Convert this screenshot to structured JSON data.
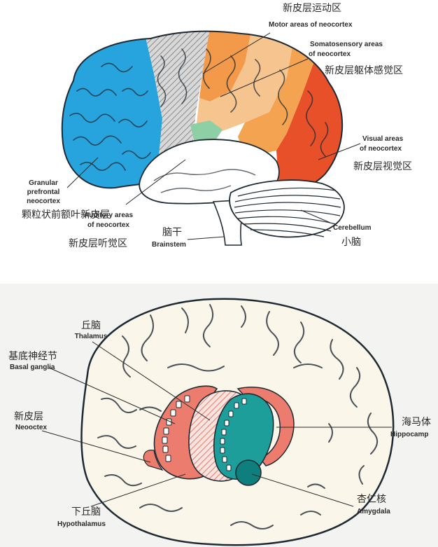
{
  "top_diagram": {
    "motor": {
      "zh": "新皮层运动区",
      "en": "Motor areas of neocortex"
    },
    "somatosensory": {
      "en_line1": "Somatosensory areas",
      "en_line2": "of neocortex",
      "zh": "新皮层躯体感觉区"
    },
    "visual": {
      "en_line1": "Visual areas",
      "en_line2": "of neocortex",
      "zh": "新皮层视觉区"
    },
    "prefrontal": {
      "en_line1": "Granular",
      "en_line2": "prefrontal",
      "en_line3": "neocortex",
      "zh": "颗粒状前额叶新皮层"
    },
    "auditory": {
      "en_line1": "Auditory areas",
      "en_line2": "of neocortex",
      "zh": "新皮层听觉区"
    },
    "brainstem": {
      "zh": "脑干",
      "en": "Brainstem"
    },
    "cerebellum": {
      "en": "Cerebellum",
      "zh": "小脑"
    },
    "colors": {
      "prefrontal": "#27a3dd",
      "motor_hatch": "#c9c9c9",
      "motor": "#f29a4a",
      "somato_light": "#f6c48f",
      "somato_mid": "#f4a451",
      "visual": "#e8502a",
      "green": "#8fcfa5",
      "white_matter": "#ffffff"
    }
  },
  "bottom_diagram": {
    "thalamus": {
      "zh": "丘脑",
      "en": "Thalamus"
    },
    "basal_ganglia": {
      "zh": "基底神经节",
      "en": "Basal ganglia"
    },
    "neocortex": {
      "zh": "新皮层",
      "en": "Neooctex"
    },
    "hypothalamus": {
      "zh": "下丘脑",
      "en": "Hypothalamus"
    },
    "hippocampus": {
      "zh": "海马体",
      "en": "Hippocamp"
    },
    "amygdala": {
      "zh": "杏仁核",
      "en": "Amygdala"
    },
    "colors": {
      "brain_fill": "#fbf6ea",
      "basal_ganglia": "#ec7c6d",
      "thalamus_hatch": "#f3b8ae",
      "hippocampus": "#1d9e9b",
      "amygdala": "#0f7f7d",
      "background": "#f3f3f1"
    }
  }
}
